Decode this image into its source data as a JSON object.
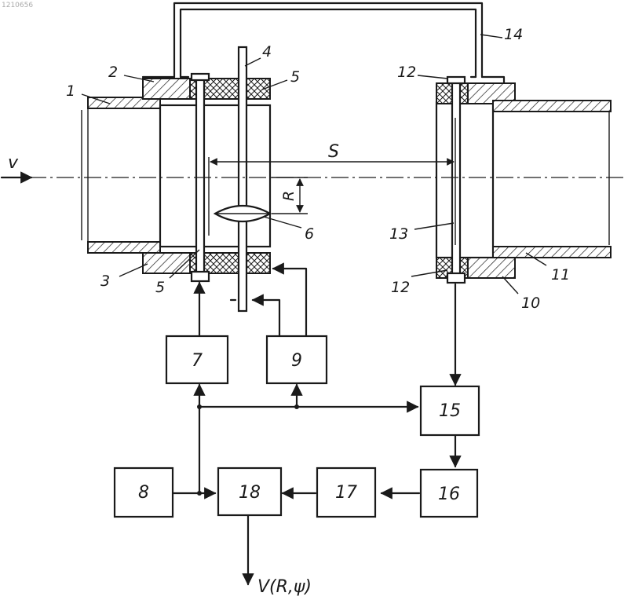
{
  "watermark": "1210656",
  "labels": {
    "l1": "1",
    "l2": "2",
    "l3": "3",
    "l4": "4",
    "l5a": "5",
    "l5b": "5",
    "l6": "6",
    "l10": "10",
    "l11": "11",
    "l12a": "12",
    "l12b": "12",
    "l13": "13",
    "l14": "14"
  },
  "blocks": {
    "b7": "7",
    "b8": "8",
    "b9": "9",
    "b15": "15",
    "b16": "16",
    "b17": "17",
    "b18": "18"
  },
  "symbols": {
    "flow": "v",
    "distance": "S",
    "radius": "R",
    "output": "V(R,ψ)"
  }
}
